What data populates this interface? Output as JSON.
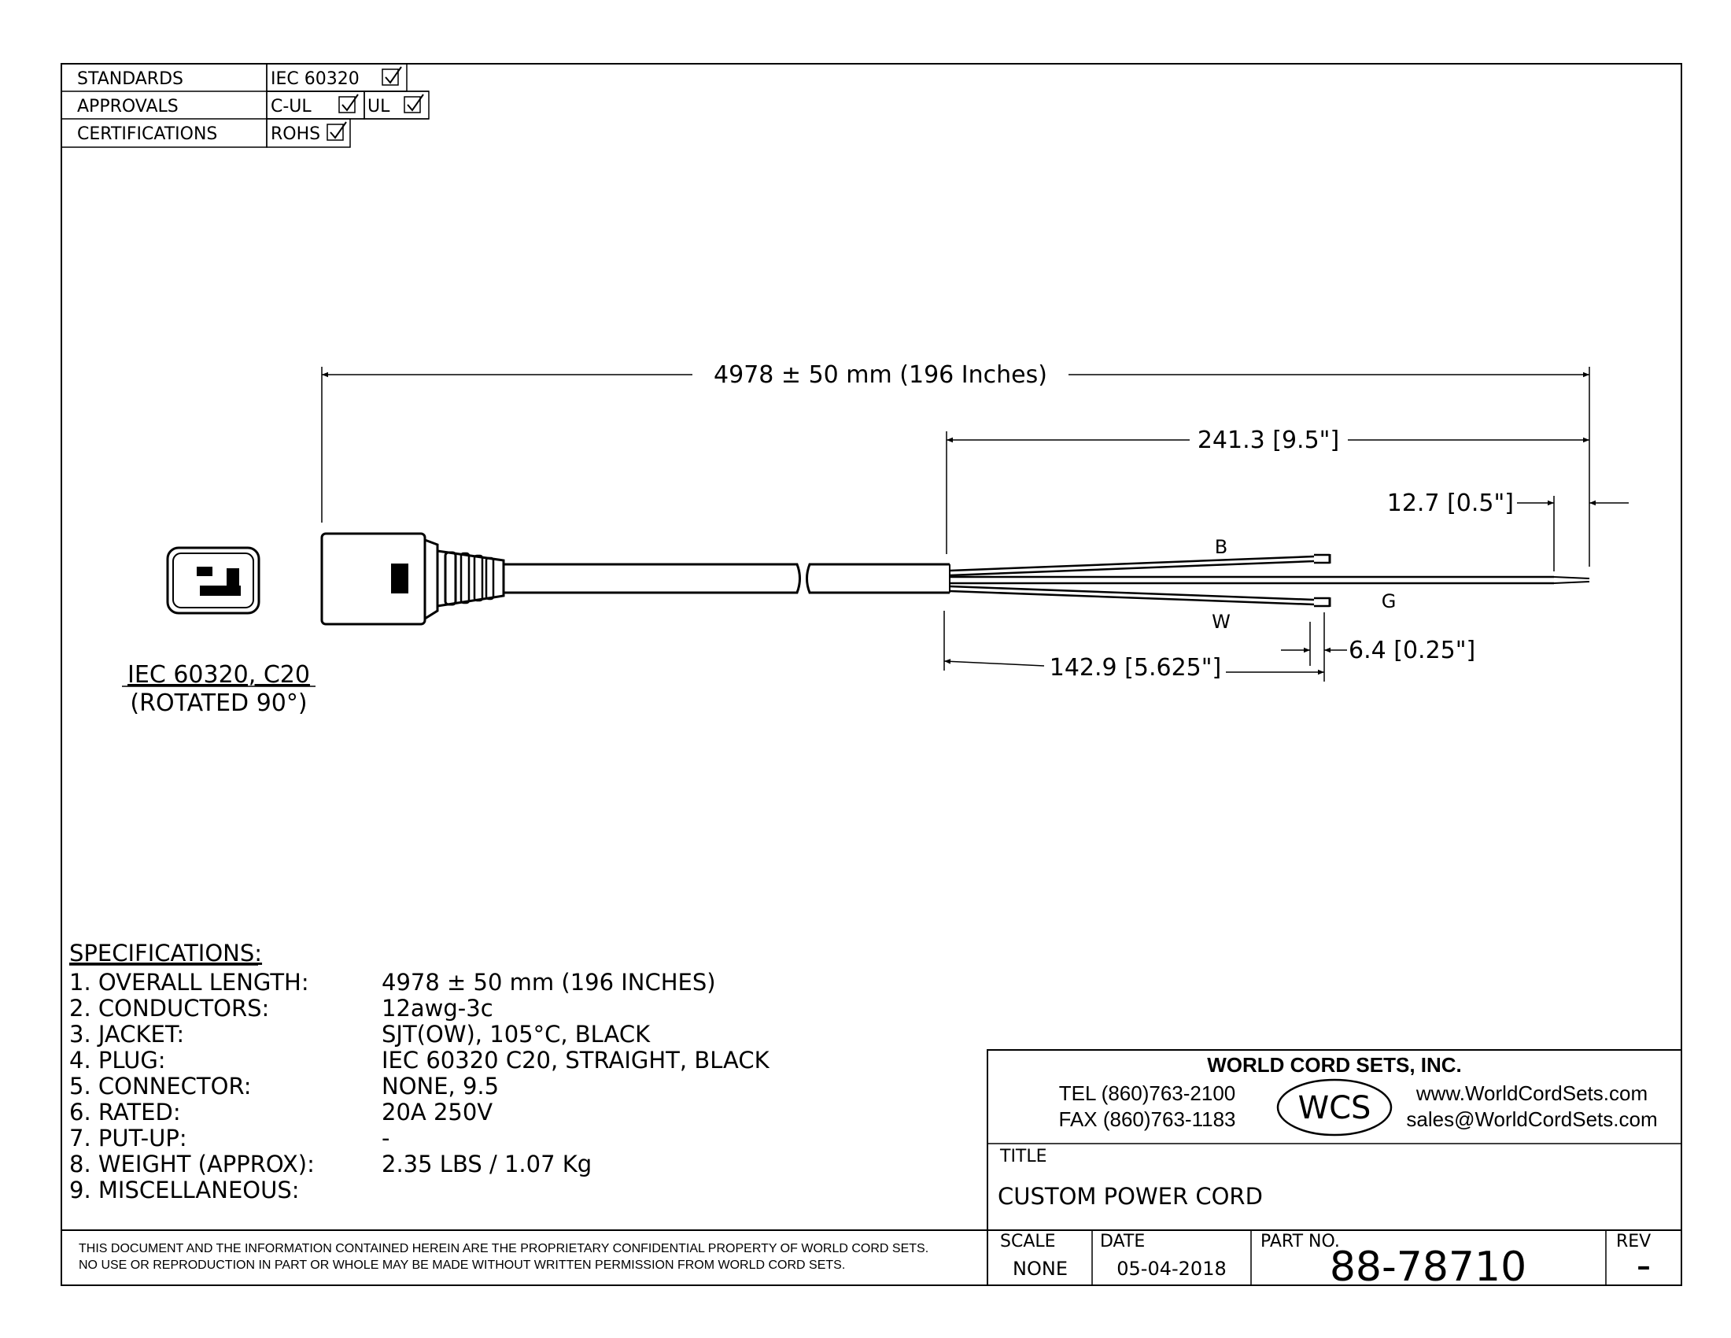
{
  "header_table": {
    "rows": [
      {
        "label": "STANDARDS",
        "items": [
          "IEC 60320"
        ]
      },
      {
        "label": "APPROVALS",
        "items": [
          "C-UL",
          "UL"
        ]
      },
      {
        "label": "CERTIFICATIONS",
        "items": [
          "ROHS"
        ]
      }
    ]
  },
  "connector_face": {
    "caption": "IEC 60320, C20",
    "note": "(ROTATED 90°)"
  },
  "dimensions": {
    "overall": "4978 ± 50 mm (196 Inches)",
    "strip_outer": "241.3 [9.5\"]",
    "strip_end": "12.7 [0.5\"]",
    "strip_inner": "142.9 [5.625\"]",
    "strip_inner_end": "6.4 [0.25\"]"
  },
  "wires": {
    "b": "B",
    "g": "G",
    "w": "W"
  },
  "specifications": {
    "heading": "SPECIFICATIONS:",
    "items": [
      {
        "label": "1. OVERALL LENGTH:",
        "value": "4978 ± 50 mm (196 INCHES)"
      },
      {
        "label": "2. CONDUCTORS:",
        "value": "12awg-3c"
      },
      {
        "label": "3. JACKET:",
        "value": "SJT(OW), 105°C, BLACK"
      },
      {
        "label": "4. PLUG:",
        "value": "IEC 60320 C20, STRAIGHT, BLACK"
      },
      {
        "label": "5. CONNECTOR:",
        "value": "NONE, 9.5"
      },
      {
        "label": "6. RATED:",
        "value": "20A 250V"
      },
      {
        "label": "7. PUT-UP:",
        "value": "-"
      },
      {
        "label": "8. WEIGHT (APPROX):",
        "value": "2.35 LBS / 1.07 Kg"
      },
      {
        "label": "9. MISCELLANEOUS:",
        "value": ""
      }
    ]
  },
  "title_block": {
    "company": "WORLD CORD SETS, INC.",
    "tel": "TEL (860)763-2100",
    "fax": "FAX (860)763-1183",
    "logo": "WCS",
    "website": "www.WorldCordSets.com",
    "email": "sales@WorldCordSets.com",
    "title_label": "TITLE",
    "title_value": "CUSTOM POWER CORD",
    "scale_label": "SCALE",
    "scale_value": "NONE",
    "date_label": "DATE",
    "date_value": "05-04-2018",
    "part_label": "PART NO.",
    "part_value": "88-78710",
    "rev_label": "REV",
    "rev_value": "-"
  },
  "disclaimer": {
    "line1": "THIS DOCUMENT AND THE INFORMATION CONTAINED HEREIN ARE THE PROPRIETARY CONFIDENTIAL PROPERTY OF WORLD CORD SETS.",
    "line2": "NO USE OR REPRODUCTION IN PART OR WHOLE MAY BE MADE WITHOUT WRITTEN PERMISSION FROM WORLD CORD SETS."
  }
}
